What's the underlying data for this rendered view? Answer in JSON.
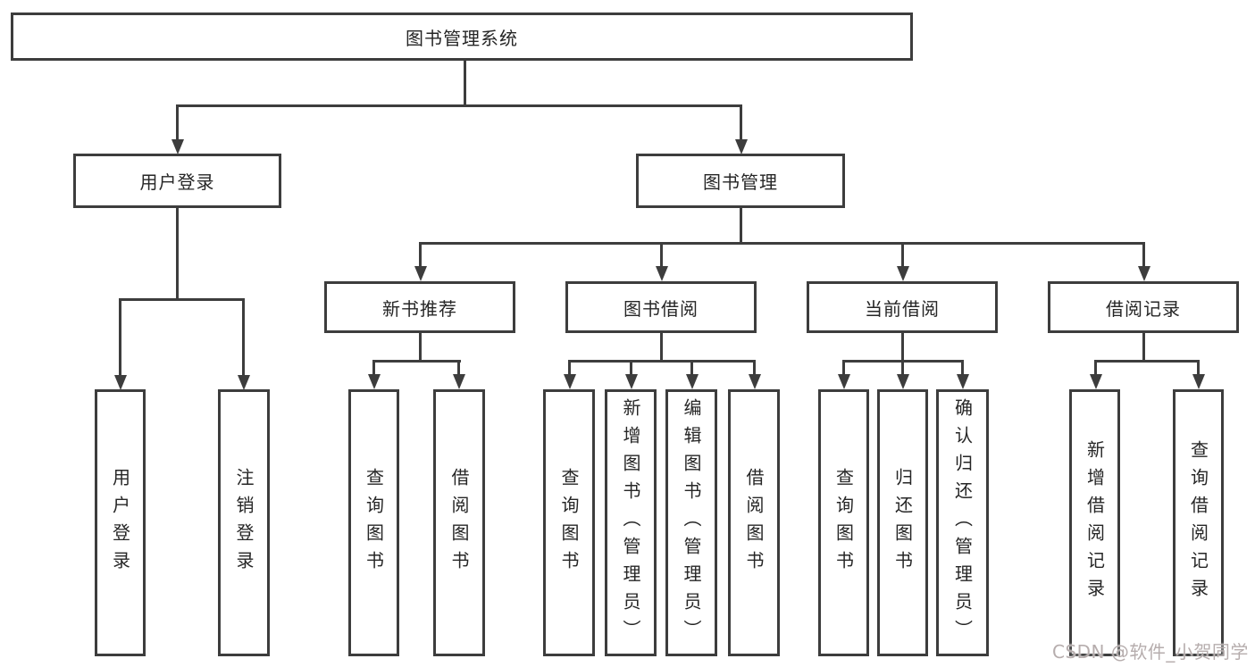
{
  "colors": {
    "line": "#3d3d3d",
    "box_border": "#3d3d3d",
    "text": "#262626",
    "background": "#ffffff",
    "watermark": "#b6adad"
  },
  "watermark": "CSDN @软件_小贺同学",
  "tree": {
    "root": "图书管理系统",
    "children": [
      {
        "label": "用户登录",
        "children": [
          "用户登录",
          "注销登录"
        ]
      },
      {
        "label": "图书管理",
        "children": [
          {
            "label": "新书推荐",
            "children": [
              "查询图书",
              "借阅图书"
            ]
          },
          {
            "label": "图书借阅",
            "children": [
              "查询图书",
              "新增图书（管理员）",
              "编辑图书（管理员）",
              "借阅图书"
            ]
          },
          {
            "label": "当前借阅",
            "children": [
              "查询图书",
              "归还图书",
              "确认归还（管理员）"
            ]
          },
          {
            "label": "借阅记录",
            "children": [
              "新增借阅记录",
              "查询借阅记录"
            ]
          }
        ]
      }
    ]
  }
}
